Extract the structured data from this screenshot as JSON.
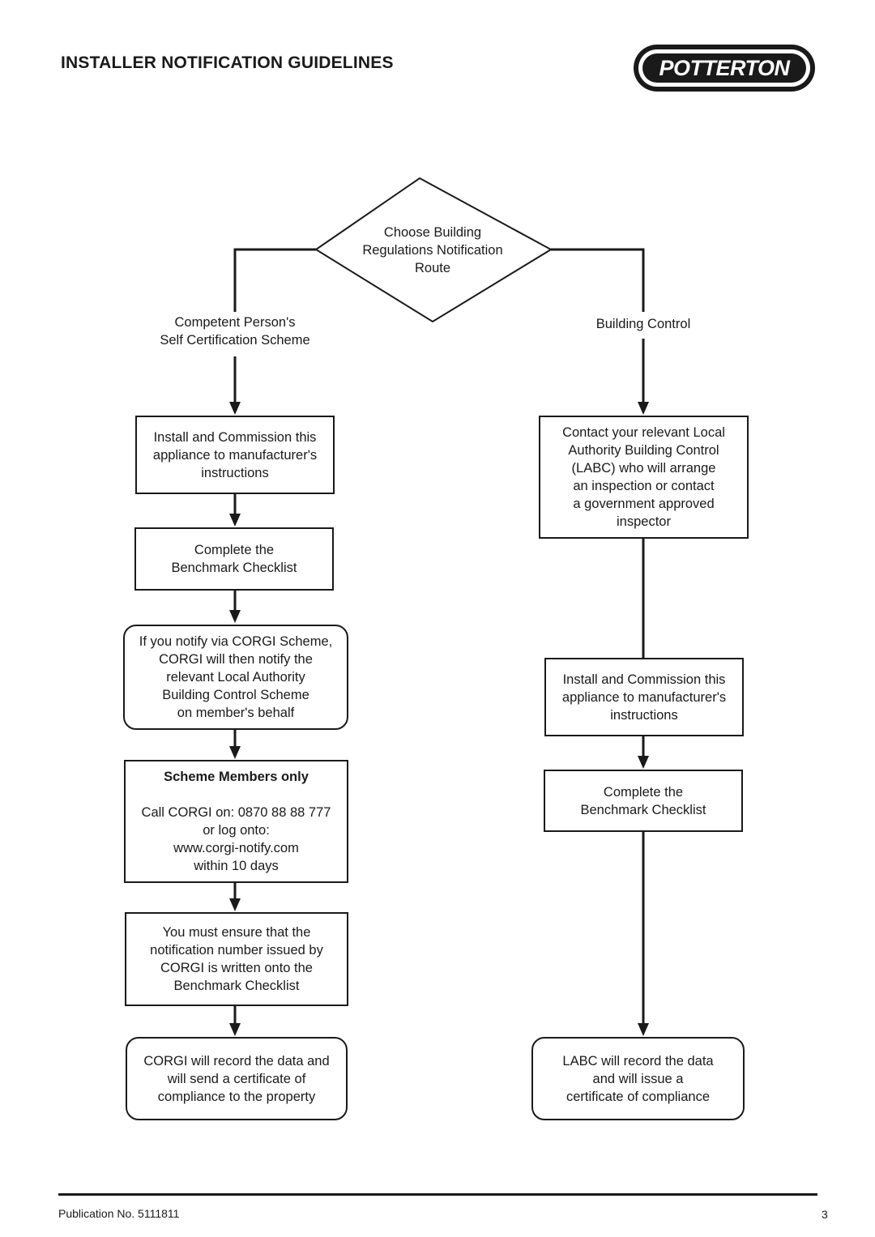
{
  "header": {
    "title": "INSTALLER NOTIFICATION GUIDELINES",
    "logo_text": "POTTERTON"
  },
  "decision": {
    "lines": [
      "Choose Building",
      "Regulations Notification",
      "Route"
    ]
  },
  "left_branch": {
    "label_lines": [
      "Competent Person's",
      "Self Certification Scheme"
    ],
    "steps": [
      {
        "lines": [
          "Install and Commission this",
          "appliance to manufacturer's",
          "instructions"
        ]
      },
      {
        "lines": [
          "Complete the",
          "Benchmark Checklist"
        ]
      },
      {
        "lines": [
          "If you notify via CORGI Scheme,",
          "CORGI will then notify the",
          "relevant Local Authority",
          "Building Control Scheme",
          "on member's behalf"
        ]
      },
      {
        "heading": "Scheme Members only",
        "lines": [
          "Call CORGI on: 0870 88 88 777",
          "or log onto:",
          "www.corgi-notify.com",
          "within 10 days"
        ]
      },
      {
        "lines": [
          "You must ensure that the",
          "notification number issued by",
          "CORGI is written onto the",
          "Benchmark Checklist"
        ]
      },
      {
        "lines": [
          "CORGI will record the data and",
          "will send a certificate of",
          "compliance to the property"
        ]
      }
    ]
  },
  "right_branch": {
    "label_lines": [
      "Building Control"
    ],
    "steps": [
      {
        "lines": [
          "Contact your relevant Local",
          "Authority Building Control",
          "(LABC) who will arrange",
          "an inspection or contact",
          "a government approved",
          "inspector"
        ]
      },
      {
        "lines": [
          "Install and Commission this",
          "appliance to manufacturer's",
          "instructions"
        ]
      },
      {
        "lines": [
          "Complete the",
          "Benchmark Checklist"
        ]
      },
      {
        "lines": [
          "LABC will record the data",
          "and will issue a",
          "certificate of compliance"
        ]
      }
    ]
  },
  "footer": {
    "publication": "Publication No. 5111811",
    "page_number": "3"
  }
}
